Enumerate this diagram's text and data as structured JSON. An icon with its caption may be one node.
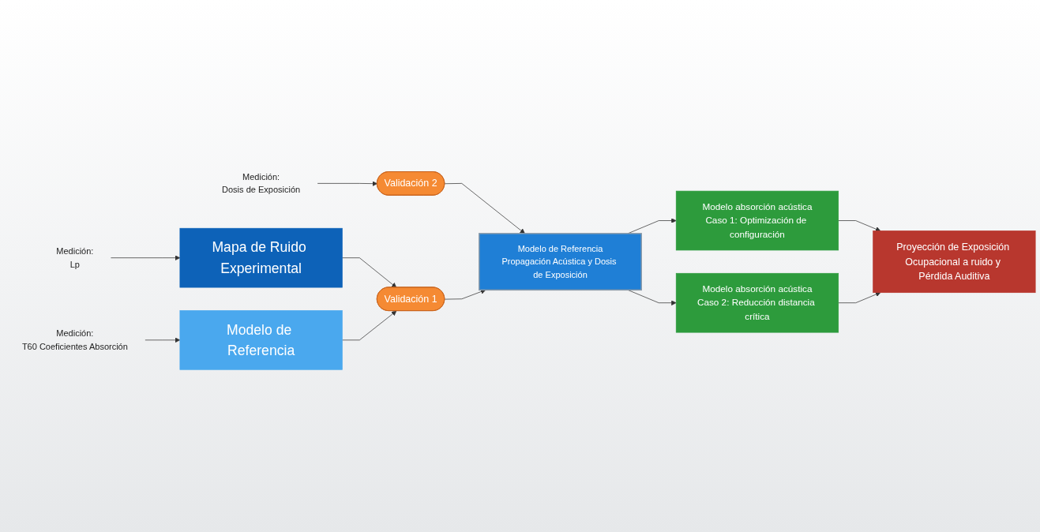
{
  "diagram": {
    "nodes": [
      {
        "text": [
          "Medición:",
          "Dosis de Exposición"
        ]
      },
      {
        "text": [
          "Validación 2"
        ]
      },
      {
        "text": [
          "Medición:",
          "Lp"
        ]
      },
      {
        "text": [
          "Mapa de Ruido Experimental"
        ]
      },
      {
        "text": [
          "Modelo absorción acústica",
          "Caso 1: Optimización de configuración"
        ]
      },
      {
        "text": [
          "Proyección de Exposición Ocupacional a ruido y Pérdida Auditiva"
        ]
      },
      {
        "text": [
          "Validación 1"
        ]
      },
      {
        "text": [
          "Modelo de Referencia",
          "Propagación Acústica y Dosis de Exposición"
        ]
      },
      {
        "text": [
          "Medición:",
          "T60 Coeficientes Absorción"
        ]
      },
      {
        "text": [
          "Modelo de Referencia"
        ]
      },
      {
        "text": [
          "Modelo absorción acústica",
          "Caso 2: Reducción distancia crítica"
        ]
      }
    ],
    "edges": [
      {
        "from": 0,
        "to": 1,
        "arrow": "to"
      },
      {
        "from": 2,
        "to": 3,
        "arrow": "to"
      },
      {
        "from": 3,
        "to": 6,
        "arrow": "to"
      },
      {
        "from": 9,
        "to": 6,
        "arrow": "to"
      },
      {
        "from": 8,
        "to": 9,
        "arrow": "to"
      },
      {
        "from": 1,
        "to": 7,
        "arrow": "to"
      },
      {
        "from": 6,
        "to": 7,
        "arrow": "to"
      },
      {
        "from": 7,
        "to": 4,
        "arrow": "to"
      },
      {
        "from": 7,
        "to": 10,
        "arrow": "to"
      },
      {
        "from": 4,
        "to": 5,
        "arrow": "to"
      },
      {
        "from": 10,
        "to": 5,
        "arrow": "to"
      }
    ]
  }
}
